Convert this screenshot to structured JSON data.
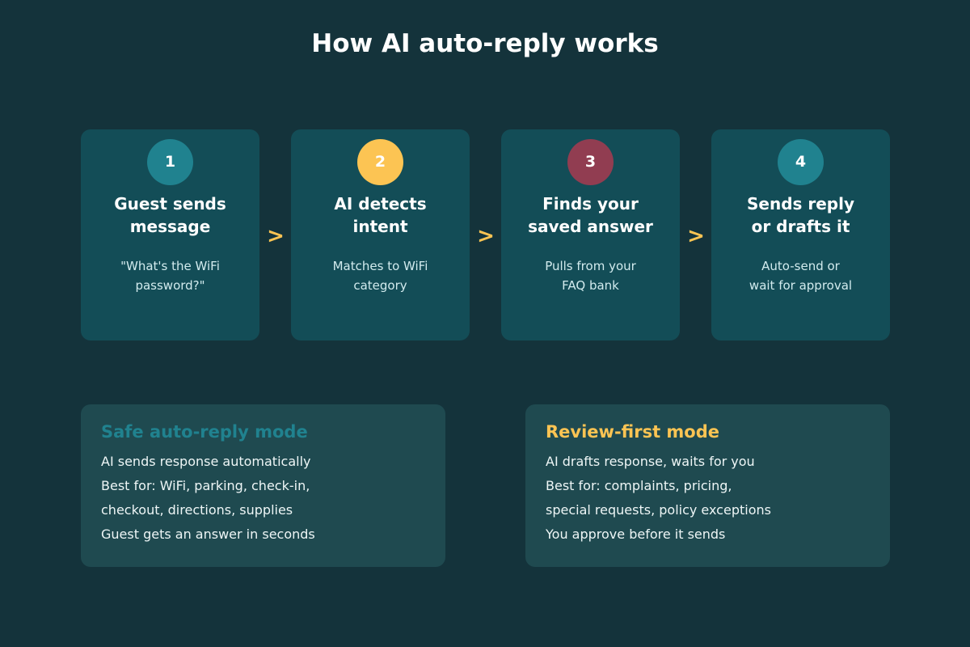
{
  "title": "How AI auto-reply works",
  "colors": {
    "background": "#14333b",
    "card": "#134d57",
    "mode_card": "#1f4a50",
    "teal": "#20828f",
    "yellow": "#fcc453",
    "red": "#913d51"
  },
  "steps": [
    {
      "number": "1",
      "circle_color": "#20828f",
      "title_lines": [
        "Guest sends",
        "message"
      ],
      "desc_lines": [
        "\"What's the WiFi",
        "password?\""
      ]
    },
    {
      "number": "2",
      "circle_color": "#fcc453",
      "title_lines": [
        "AI detects",
        "intent"
      ],
      "desc_lines": [
        "Matches to WiFi",
        "category"
      ]
    },
    {
      "number": "3",
      "circle_color": "#913d51",
      "title_lines": [
        "Finds your",
        "saved answer"
      ],
      "desc_lines": [
        "Pulls from your",
        "FAQ bank"
      ]
    },
    {
      "number": "4",
      "circle_color": "#20828f",
      "title_lines": [
        "Sends reply",
        "or drafts it"
      ],
      "desc_lines": [
        "Auto-send or",
        "wait for approval"
      ]
    }
  ],
  "arrows": [
    ">",
    ">",
    ">"
  ],
  "modes": [
    {
      "title": "Safe auto-reply mode",
      "title_color": "#20828f",
      "lines": [
        "AI sends response automatically",
        "Best for: WiFi, parking, check-in,",
        "checkout, directions, supplies",
        "Guest gets an answer in seconds"
      ]
    },
    {
      "title": "Review-first mode",
      "title_color": "#fcc453",
      "lines": [
        "AI drafts response, waits for you",
        "Best for: complaints, pricing,",
        "special requests, policy exceptions",
        "You approve before it sends"
      ]
    }
  ]
}
